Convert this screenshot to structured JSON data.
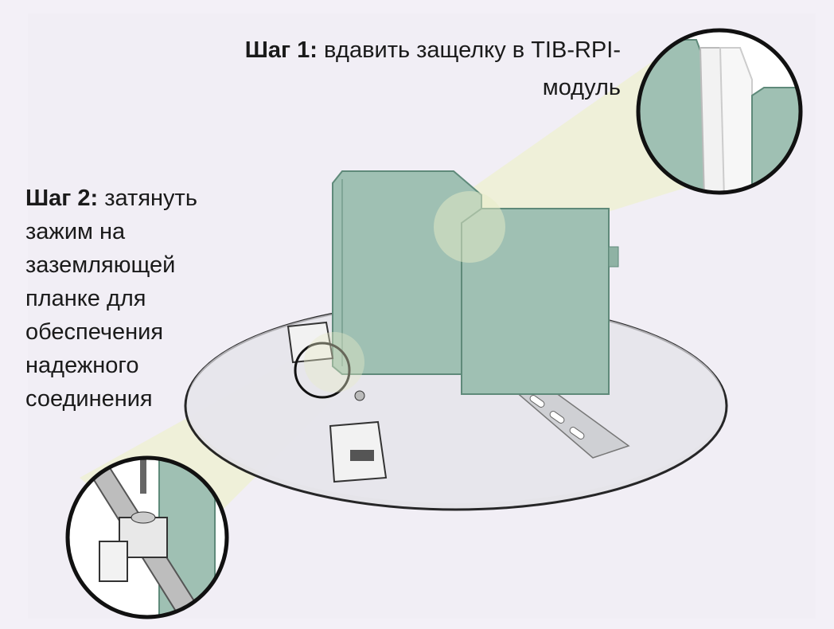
{
  "step1": {
    "label": "Шаг 1:",
    "text": "вдавить защелку в TIB-RPI-модуль"
  },
  "step2": {
    "label": "Шаг 2:",
    "text": "затянуть зажим на заземляющей планке для обеспечения надежного соединения"
  },
  "colors": {
    "background": "#f1eef5",
    "module": "#9fc0b3",
    "module_edge": "#5f8a7a",
    "beam": "#eef0d8",
    "outline": "#111111"
  }
}
